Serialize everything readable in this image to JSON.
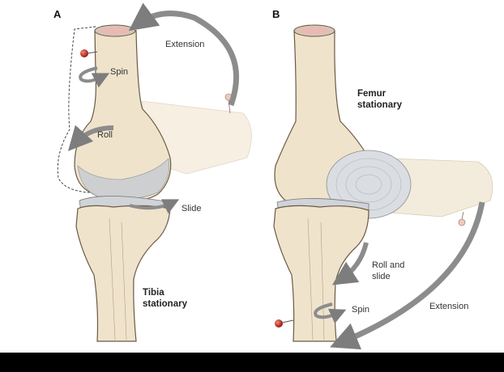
{
  "panel_a": {
    "letter": "A",
    "labels": {
      "spin": "Spin",
      "extension": "Extension",
      "roll": "Roll",
      "slide": "Slide",
      "stationary_line1": "Tibia",
      "stationary_line2": "stationary"
    }
  },
  "panel_b": {
    "letter": "B",
    "labels": {
      "stationary_line1": "Femur",
      "stationary_line2": "stationary",
      "roll_slide_line1": "Roll and",
      "roll_slide_line2": "slide",
      "spin": "Spin",
      "extension": "Extension"
    }
  },
  "colors": {
    "bone": "#efe3cc",
    "bone_shadow": "#d9c9a8",
    "bone_outline": "#6b5a44",
    "cartilage": "#c9ccd1",
    "arrow": "#8c8c8c",
    "pin": "#c0392b"
  }
}
